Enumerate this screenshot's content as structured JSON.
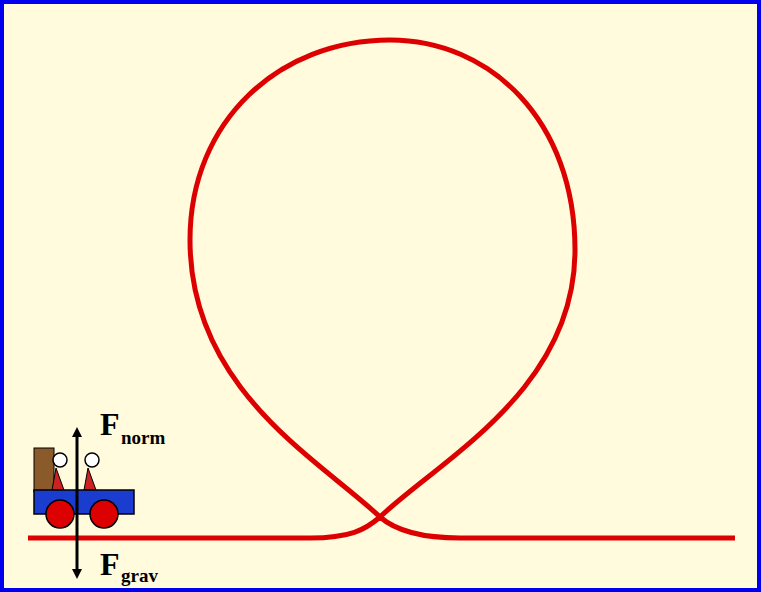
{
  "diagram": {
    "labels": [
      "F",
      "norm",
      "F",
      "grav"
    ]
  }
}
